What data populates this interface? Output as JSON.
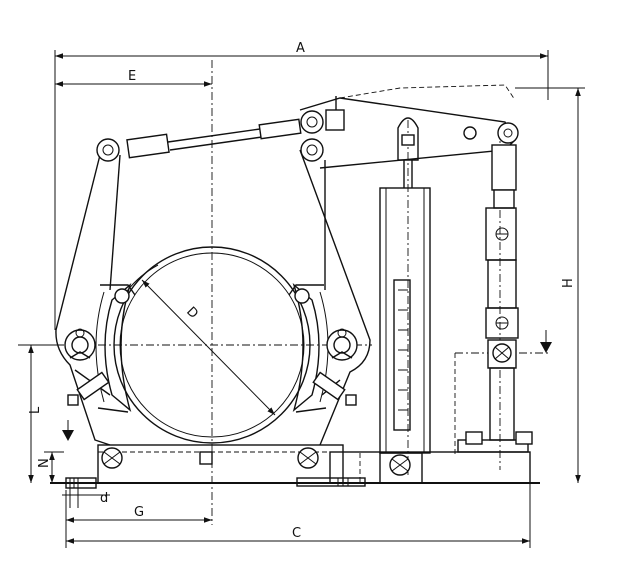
{
  "drawing": {
    "dimension_labels": {
      "A": "A",
      "E": "E",
      "H": "H",
      "D": "D",
      "L": "L",
      "N": "N",
      "d": "d",
      "G": "G",
      "C": "C"
    }
  }
}
